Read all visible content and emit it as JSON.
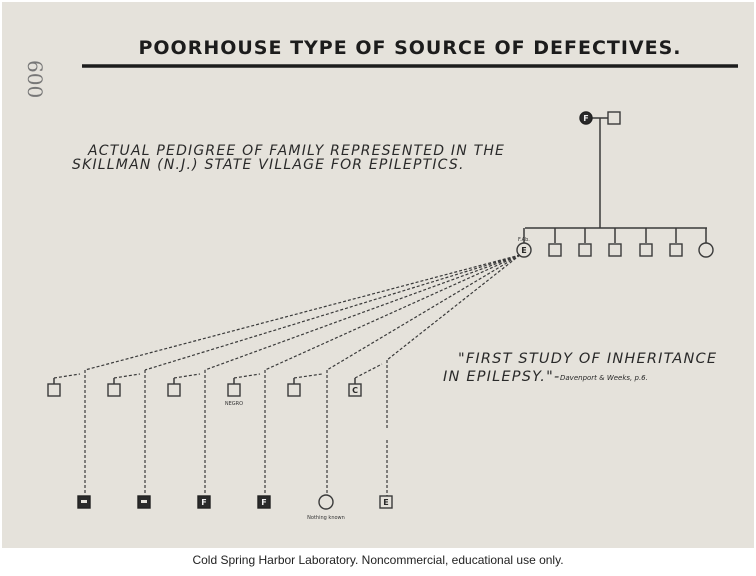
{
  "title": "POORHOUSE TYPE OF SOURCE OF DEFECTIVES.",
  "handwritten_number": "600",
  "subtitle": {
    "line1": "ACTUAL PEDIGREE OF FAMILY REPRESENTED IN THE",
    "line2": "SKILLMAN (N.J.) STATE VILLAGE FOR EPILEPTICS."
  },
  "quote": {
    "line1": "\"FIRST STUDY OF INHERITANCE",
    "line2": "IN EPILEPSY.\"-",
    "citation": "Davenport & Weeks, p.6."
  },
  "pedigree": {
    "parents": [
      {
        "sex": "female",
        "label": "F",
        "affected": true
      },
      {
        "sex": "male",
        "label": "",
        "affected": false
      }
    ],
    "siblings": [
      {
        "sex": "female",
        "label": "E",
        "note": "F.Ab."
      },
      {
        "sex": "male"
      },
      {
        "sex": "male"
      },
      {
        "sex": "male"
      },
      {
        "sex": "male"
      },
      {
        "sex": "male"
      },
      {
        "sex": "female"
      }
    ],
    "mates": [
      {
        "label": ""
      },
      {
        "label": ""
      },
      {
        "label": ""
      },
      {
        "label": "",
        "note": "NEGRO"
      },
      {
        "label": ""
      },
      {
        "label": "C"
      }
    ],
    "children": [
      {
        "sex": "male",
        "label": "",
        "affected": true
      },
      {
        "sex": "male",
        "label": "",
        "affected": true
      },
      {
        "sex": "male",
        "label": "F",
        "affected": true
      },
      {
        "sex": "male",
        "label": "F",
        "affected": true
      },
      {
        "sex": "female",
        "label": "",
        "note": "Nothing known"
      },
      {
        "sex": "male",
        "label": "E"
      }
    ]
  },
  "footer": "Cold Spring Harbor Laboratory. Noncommercial, educational use only."
}
